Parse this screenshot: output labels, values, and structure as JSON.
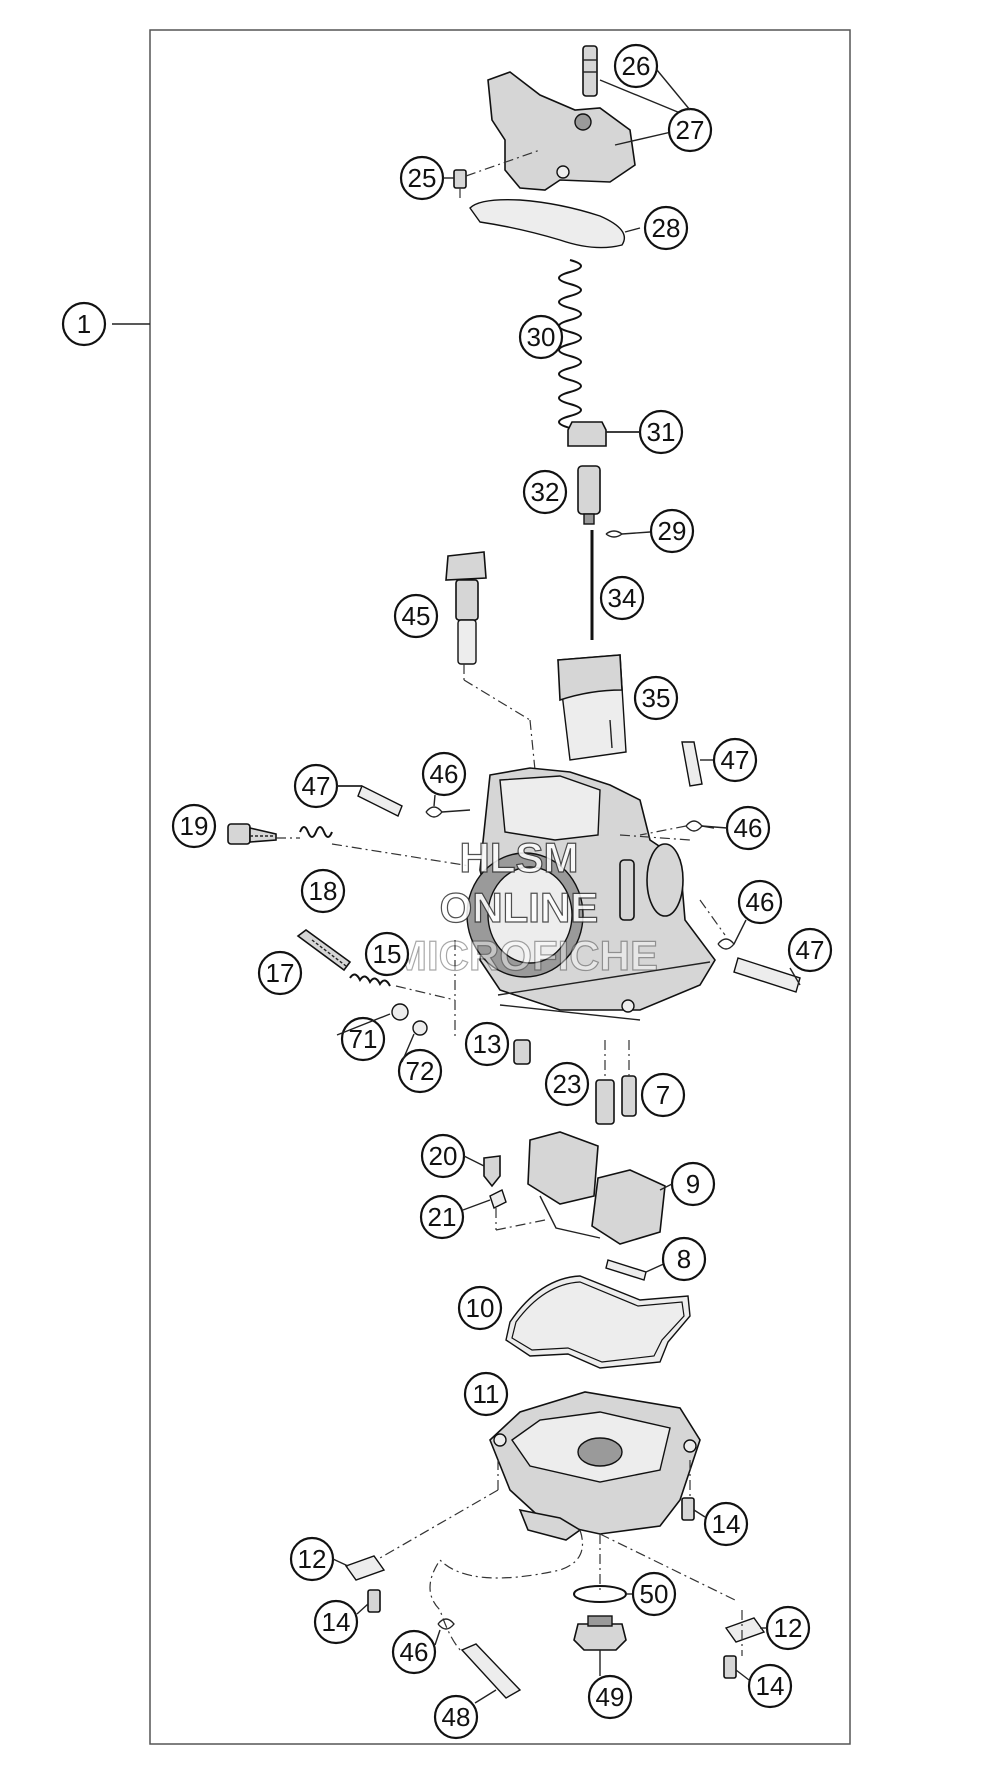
{
  "callouts": [
    "1",
    "26",
    "27",
    "25",
    "28",
    "30",
    "31",
    "32",
    "29",
    "34",
    "45",
    "35",
    "47",
    "46",
    "19",
    "18",
    "47b",
    "46b",
    "46c",
    "47c",
    "17",
    "15",
    "71",
    "72",
    "13",
    "23",
    "7",
    "20",
    "9",
    "21",
    "8",
    "10",
    "11",
    "14",
    "12",
    "14b",
    "50",
    "12b",
    "46d",
    "49",
    "14c",
    "48"
  ],
  "labels": {
    "c1": "1",
    "c26": "26",
    "c27": "27",
    "c25": "25",
    "c28": "28",
    "c30": "30",
    "c31": "31",
    "c32": "32",
    "c29": "29",
    "c34": "34",
    "c45": "45",
    "c35": "35",
    "c47a": "47",
    "c46a": "46",
    "c19": "19",
    "c18": "18",
    "c47b": "47",
    "c46b": "46",
    "c46c": "46",
    "c47c": "47",
    "c17": "17",
    "c15": "15",
    "c71": "71",
    "c72": "72",
    "c13": "13",
    "c23": "23",
    "c7": "7",
    "c20": "20",
    "c9": "9",
    "c21": "21",
    "c8": "8",
    "c10": "10",
    "c11": "11",
    "c14a": "14",
    "c12a": "12",
    "c14b": "14",
    "c50": "50",
    "c12b": "12",
    "c46d": "46",
    "c49": "49",
    "c14c": "14",
    "c48": "48"
  },
  "watermark": {
    "line1": "HLSM",
    "line2": "ONLINE",
    "line3": "MICROFICHE"
  }
}
